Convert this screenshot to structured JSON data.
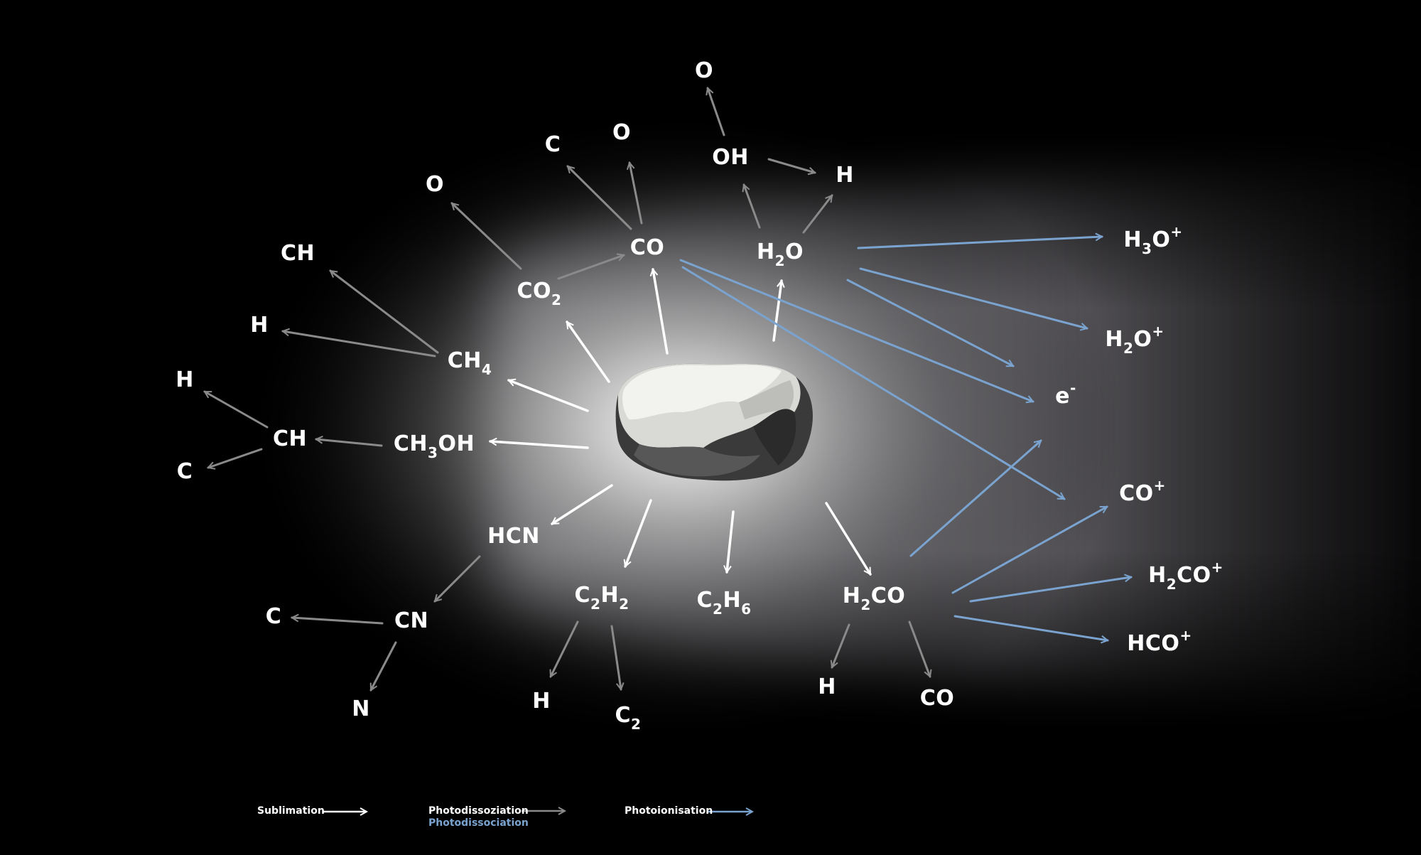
{
  "colors": {
    "sublimation": "#ffffff",
    "photodissociation": "#8a8a8a",
    "photoionisation": "#7aa3cf",
    "background": "#000000",
    "coma": "#cfcfd2"
  },
  "species": {
    "O_top": "O",
    "OH": "OH",
    "H_oh": "H",
    "C_co": "C",
    "O_co": "O",
    "O_co2": "O",
    "CO": "CO",
    "H2O": "H2O",
    "CH_ch4": "CH",
    "CO2": "CO2",
    "H_ch4": "H",
    "CH4": "CH4",
    "H_ch": "H",
    "CH_ch3oh": "CH",
    "CH3OH": "CH3OH",
    "C_ch": "C",
    "HCN": "HCN",
    "C_cn": "C",
    "CN": "CN",
    "N": "N",
    "C2H2": "C2H2",
    "C2H6": "C2H6",
    "H2CO": "H2CO",
    "H_c2h2": "H",
    "C2": "C2",
    "H_h2co": "H",
    "CO_h2co": "CO",
    "H3O+": "H3O+",
    "H2O+": "H2O+",
    "e-": "e-",
    "CO+": "CO+",
    "H2CO+": "H2CO+",
    "HCO+": "HCO+"
  },
  "legend": {
    "sublimation": "Sublimation",
    "photodissociation_de": "Photodissoziation",
    "photodissociation_en": "Photodissociation",
    "photoionisation": "Photoionisation"
  }
}
